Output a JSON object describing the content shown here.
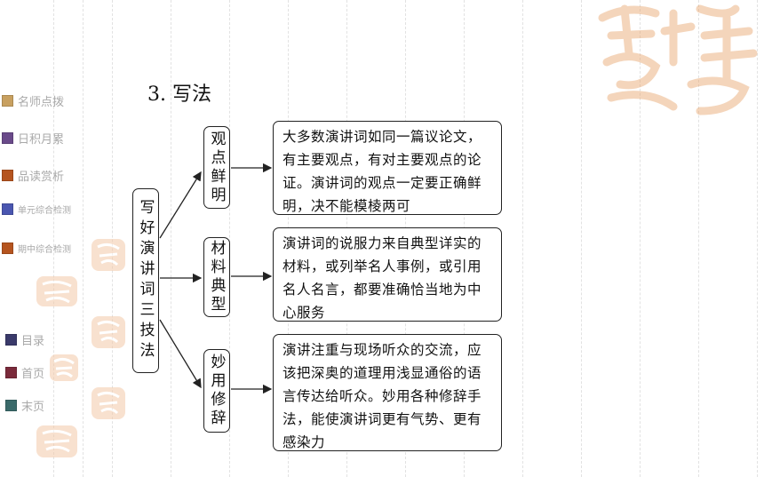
{
  "sidebar": {
    "items": [
      {
        "label": "名师点拨",
        "color": "#c8a060"
      },
      {
        "label": "日积月累",
        "color": "#6a4a8a"
      },
      {
        "label": "品读赏析",
        "color": "#b5541f"
      },
      {
        "label": "单元综合检测",
        "color": "#4a56b0"
      },
      {
        "label": "期中综合检测",
        "color": "#b5541f"
      }
    ],
    "nav": [
      {
        "label": "目录",
        "color": "#3a3a6a"
      },
      {
        "label": "首页",
        "color": "#7a2a3a"
      },
      {
        "label": "末页",
        "color": "#3a6a6a"
      }
    ]
  },
  "section_title": "3. 写法",
  "root": "写好演讲词三技法",
  "branches": [
    {
      "label": "观点鲜明",
      "text": "大多数演讲词如同一篇议论文，有主要观点，有对主要观点的论证。演讲词的观点一定要正确鲜明，决不能模棱两可"
    },
    {
      "label": "材料典型",
      "text": "演讲词的说服力来自典型详实的材料，或列举名人事例，或引用名人名言，都要准确恰当地为中心服务"
    },
    {
      "label": "妙用修辞",
      "text": "演讲注重与现场听众的交流，应该把深奥的道理用浅显通俗的语言传达给听众。妙用各种修辞手法，能使演讲词更有气势、更有感染力"
    }
  ]
}
